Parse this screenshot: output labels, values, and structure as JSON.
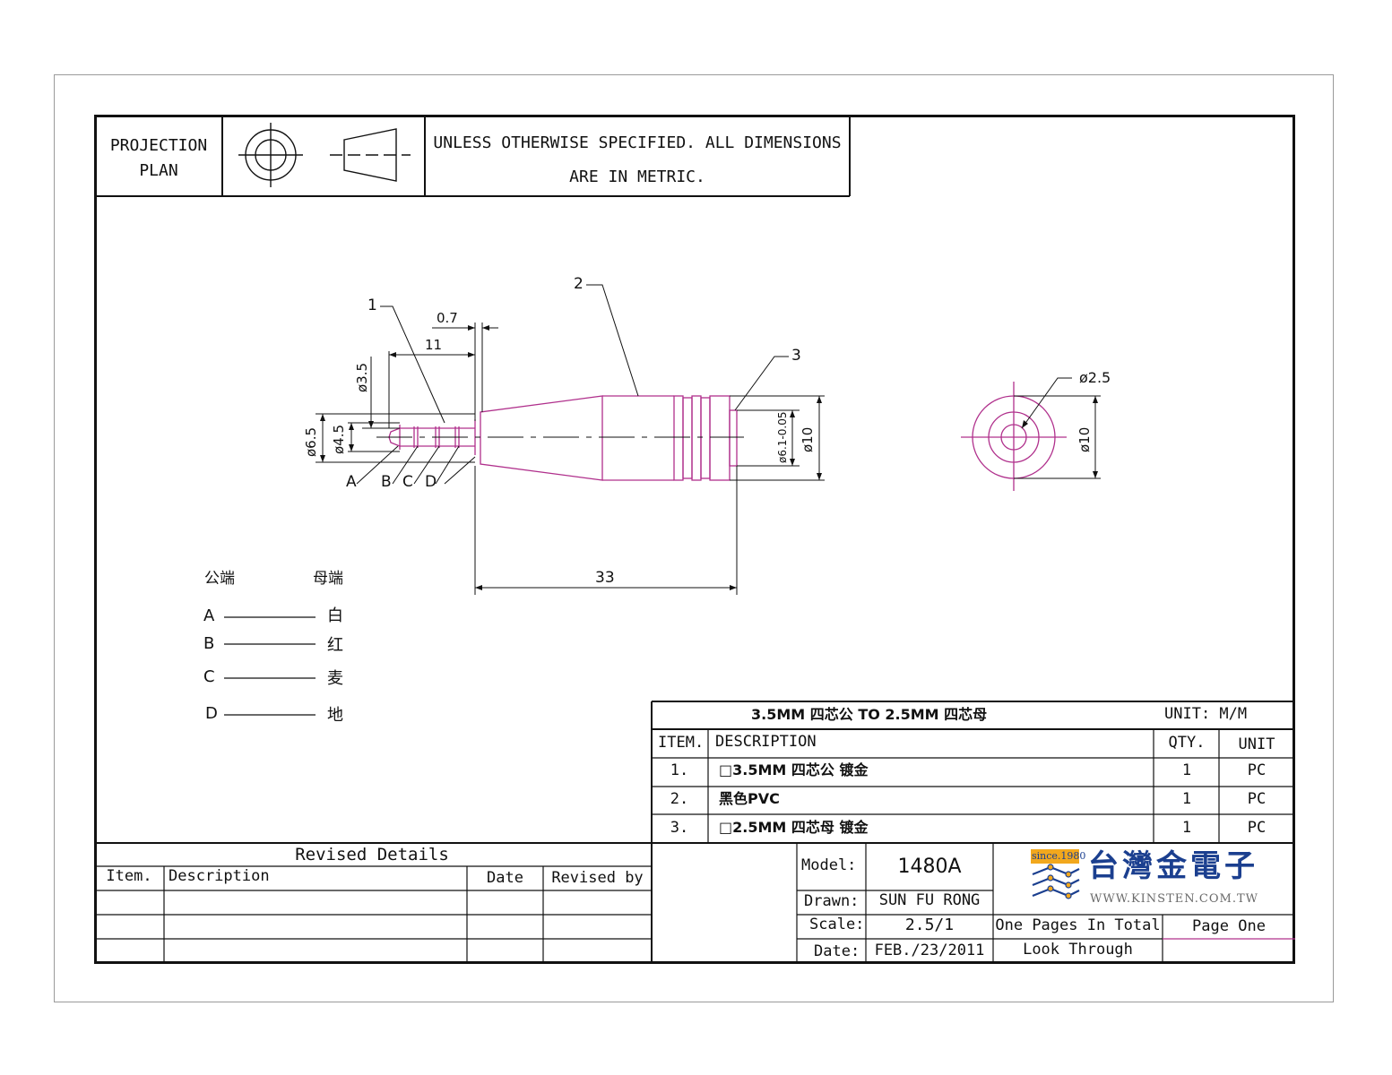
{
  "header": {
    "projection_line1": "PROJECTION",
    "projection_line2": "PLAN",
    "note_line1": "UNLESS OTHERWISE SPECIFIED. ALL DIMENSIONS",
    "note_line2": "ARE IN METRIC."
  },
  "drawing": {
    "callouts": [
      "1",
      "2",
      "3"
    ],
    "dim_0_7": "0.7",
    "dim_11": "11",
    "dim_33": "33",
    "dia_3_5": "ø3.5",
    "dia_4_5": "ø4.5",
    "dia_6_5": "ø6.5",
    "dia_6_1": "ø6.1-0.05",
    "dia_10_side": "ø10",
    "dia_2_5": "ø2.5",
    "dia_10_end": "ø10",
    "contact_labels": [
      "A",
      "B",
      "C",
      "D"
    ],
    "line_color": "#b0308c"
  },
  "wiring": {
    "male_header": "公端",
    "female_header": "母端",
    "rows": [
      {
        "male": "A",
        "female": "白"
      },
      {
        "male": "B",
        "female": "红"
      },
      {
        "male": "C",
        "female": "麦"
      },
      {
        "male": "D",
        "female": "地"
      }
    ]
  },
  "bom": {
    "title": "3.5MM 四芯公 TO 2.5MM 四芯母",
    "unit_label": "UNIT: M/M",
    "headers": {
      "item": "ITEM.",
      "description": "DESCRIPTION",
      "qty": "QTY.",
      "unit": "UNIT"
    },
    "rows": [
      {
        "item": "1.",
        "description": "□3.5MM 四芯公 镀金",
        "qty": "1",
        "unit": "PC"
      },
      {
        "item": "2.",
        "description": "黑色PVC",
        "qty": "1",
        "unit": "PC"
      },
      {
        "item": "3.",
        "description": "□2.5MM 四芯母 镀金",
        "qty": "1",
        "unit": "PC"
      }
    ]
  },
  "revised": {
    "title": "Revised Details",
    "headers": {
      "item": "Item.",
      "description": "Description",
      "date": "Date",
      "revised_by": "Revised by"
    }
  },
  "title_block": {
    "model_label": "Model:",
    "model_value": "1480A",
    "drawn_label": "Drawn:",
    "drawn_value": "SUN FU RONG",
    "scale_label": "Scale:",
    "scale_value": "2.5/1",
    "date_label": "Date:",
    "date_value": "FEB./23/2011",
    "pages_total": "One Pages In Total",
    "page_no": "Page One",
    "look_through": "Look Through",
    "logo_since": "since.1980",
    "logo_name": "台灣金電子",
    "logo_url": "WWW.KINSTEN.COM.TW",
    "logo_color": "#1b3f8f",
    "logo_accent": "#f2a81d"
  }
}
